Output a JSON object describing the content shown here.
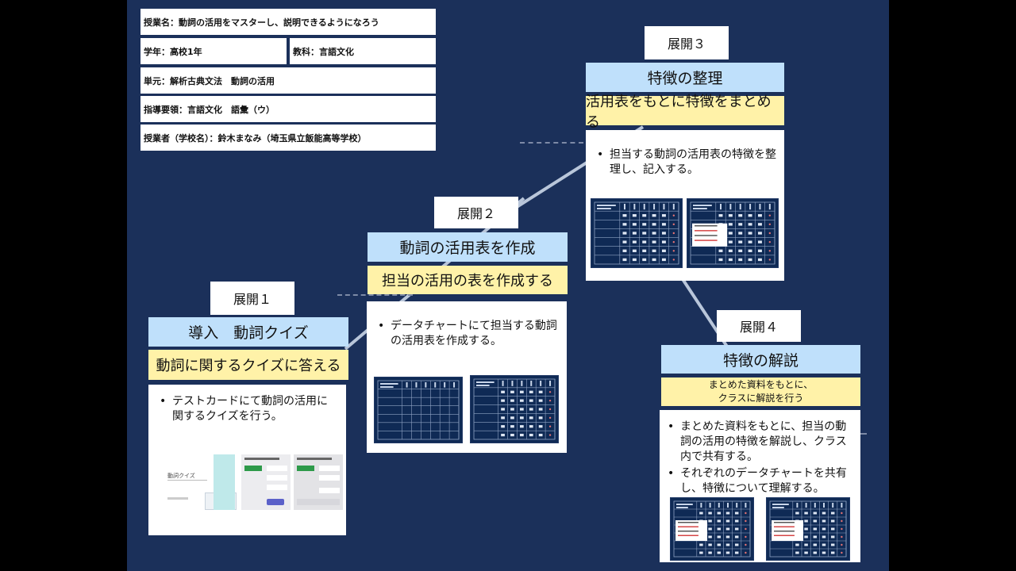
{
  "lesson_info": {
    "class_name": "授業名：動詞の活用をマスターし、説明できるようになろう",
    "grade": "学年：高校1年",
    "subject": "教科：言語文化",
    "unit": "単元：解析古典文法　動詞の活用",
    "guideline": "指導要領：言語文化　語彙（ウ）",
    "teacher": "授業者（学校名）：鈴木まなみ（埼玉県立飯能高等学校）"
  },
  "steps": [
    {
      "label": "展開１",
      "title": "導入　動詞クイズ",
      "subtitle": "動詞に関するクイズに答える",
      "bullets": [
        "テストカードにて動詞の活用に関するクイズを行う。"
      ],
      "thumb_caption": "動詞クイズ"
    },
    {
      "label": "展開２",
      "title": "動詞の活用表を作成",
      "subtitle": "担当の活用の表を作成する",
      "bullets": [
        "データチャートにて担当する動詞の活用表を作成する。"
      ]
    },
    {
      "label": "展開３",
      "title": "特徴の整理",
      "subtitle": "活用表をもとに特徴をまとめる",
      "bullets": [
        "担当する動詞の活用表の特徴を整理し、記入する。"
      ]
    },
    {
      "label": "展開４",
      "title": "特徴の解説",
      "subtitle_lines": [
        "まとめた資料をもとに、",
        "クラスに解説を行う"
      ],
      "bullets": [
        "まとめた資料をもとに、担当の動詞の活用の特徴を解説し、クラス内で共有する。",
        "それぞれのデータチャートを共有し、特徴について理解する。"
      ]
    }
  ],
  "colors": {
    "slide_background": "#1b305a",
    "title_fill": "#bfe0fb",
    "subtitle_fill": "#fff2a8",
    "connector": "#b9c6da"
  }
}
